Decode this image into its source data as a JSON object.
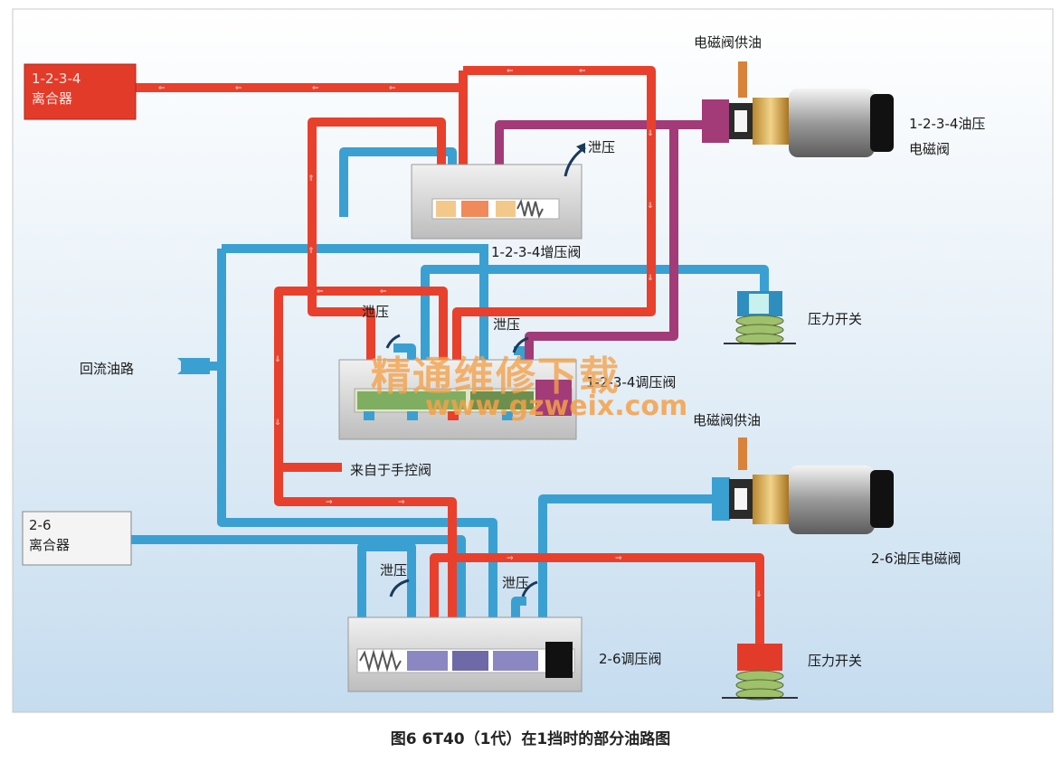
{
  "colors": {
    "pressure_line": "#e8402c",
    "exhaust_line": "#3aa0d2",
    "solenoid_supply_line": "#a23b78",
    "orange_supply": "#d9823a",
    "clutch_box_red": "#e33b2a",
    "clutch_box_white": "#f4f4f4",
    "background_top": "#ffffff",
    "background_bottom": "#c8def0"
  },
  "clutches": {
    "c1234": {
      "line1": "1-2-3-4",
      "line2": "离合器"
    },
    "c26": {
      "line1": "2-6",
      "line2": "离合器"
    }
  },
  "labels": {
    "solenoid_supply_top": "电磁阀供油",
    "solenoid_1234_line1": "1-2-3-4油压",
    "solenoid_1234_line2": "电磁阀",
    "exhaust_boost": "泄压",
    "boost_valve": "1-2-3-4增压阀",
    "pressure_switch_top": "压力开关",
    "exhaust_reg_left": "泄压",
    "exhaust_reg_right": "泄压",
    "return_line": "回流油路",
    "reg_valve_1234": "1-2-3-4调压阀",
    "solenoid_supply_mid": "电磁阀供油",
    "from_manual_valve": "来自于手控阀",
    "solenoid_26": "2-6油压电磁阀",
    "exhaust_26_left": "泄压",
    "exhaust_26_right": "泄压",
    "reg_valve_26": "2-6调压阀",
    "pressure_switch_bottom": "压力开关"
  },
  "watermark": {
    "text_cn": "精通维修下载",
    "text_url": "www.gzweix.com"
  },
  "caption": "图6 6T40（1代）在1挡时的部分油路图"
}
